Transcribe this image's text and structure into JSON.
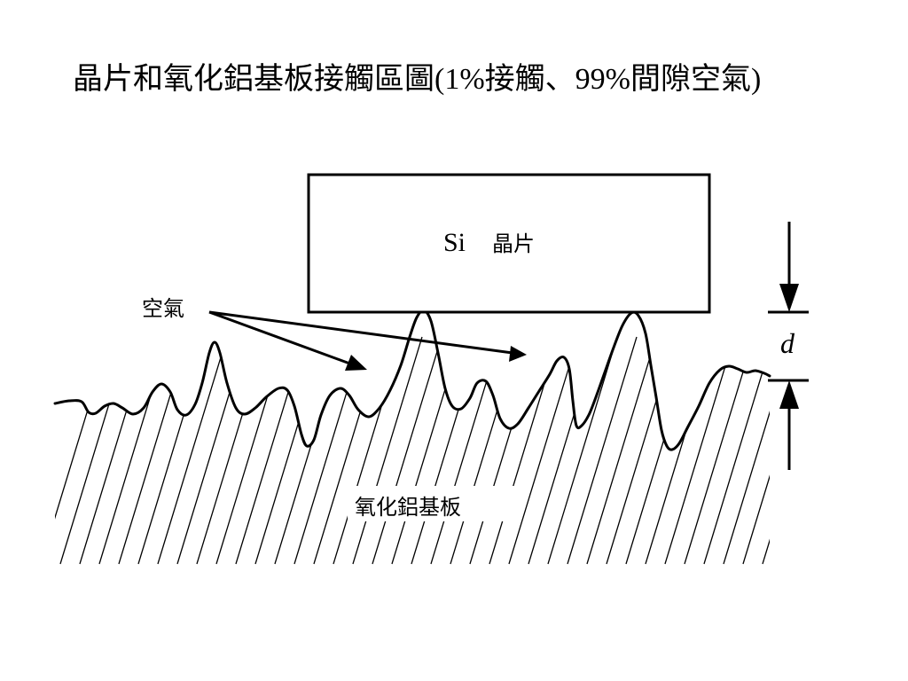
{
  "title": "晶片和氧化鋁基板接觸區圖(1%接觸、99%間隙空氣)",
  "wafer": {
    "si": "Si",
    "label": "晶片"
  },
  "air_label": "空氣",
  "substrate_label": "氧化鋁基板",
  "gap_symbol": "d",
  "colors": {
    "background": "#ffffff",
    "ink": "#000000"
  }
}
